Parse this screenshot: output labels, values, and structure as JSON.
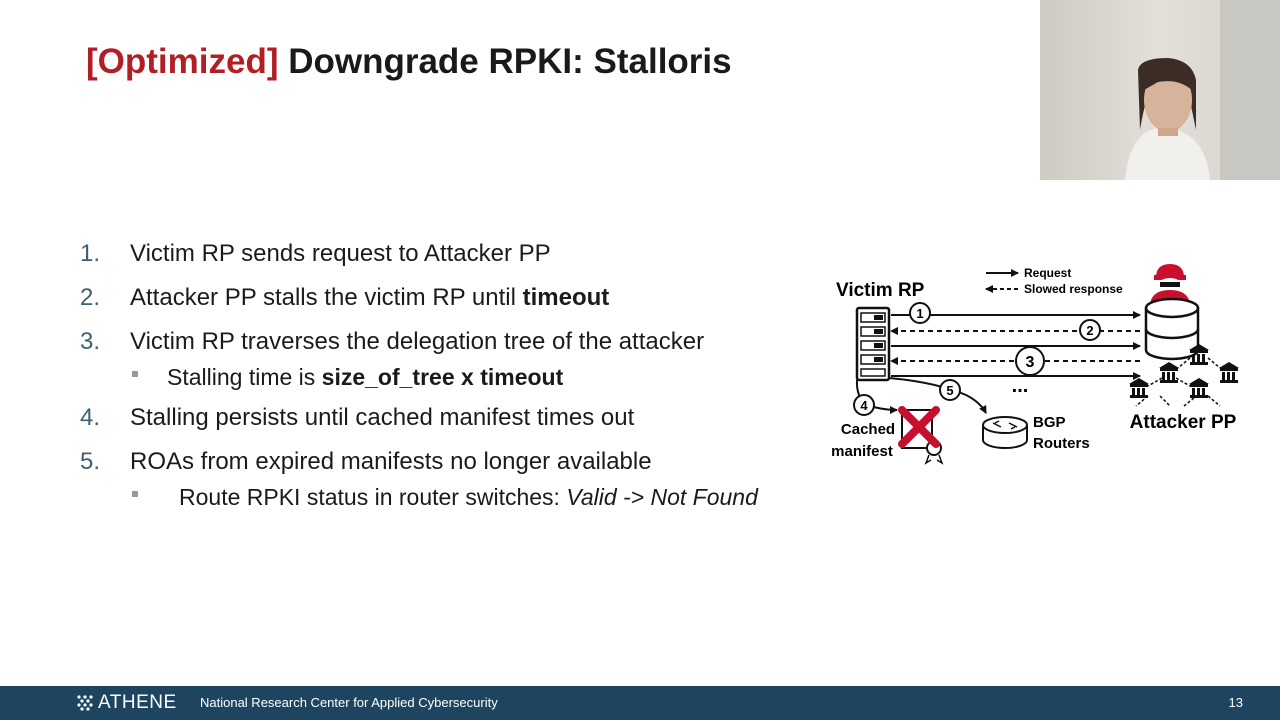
{
  "slide": {
    "title_tag": "[Optimized]",
    "title_main": " Downgrade RPKI: Stalloris",
    "items": [
      {
        "num": "1.",
        "text": "Victim RP sends request to Attacker PP"
      },
      {
        "num": "2.",
        "pre": "Attacker PP stalls the victim RP until ",
        "bold": "timeout"
      },
      {
        "num": "3.",
        "text": "Victim RP traverses the delegation tree of the attacker"
      },
      {
        "num": "4.",
        "text": "Stalling persists until cached manifest times out"
      },
      {
        "num": "5.",
        "text": "ROAs from expired manifests no longer available"
      }
    ],
    "sub3": {
      "pre": "Stalling time is ",
      "bold": "size_of_tree x timeout"
    },
    "sub5": {
      "pre": "Route RPKI status in router switches: ",
      "italic": "Valid -> Not Found"
    }
  },
  "diagram": {
    "legend_request": "Request",
    "legend_slowed": "Slowed response",
    "victim_label": "Victim RP",
    "attacker_label": "Attacker PP",
    "cached_line1": "Cached",
    "cached_line2": "manifest",
    "bgp_line1": "BGP",
    "bgp_line2": "Routers",
    "ellipsis": "...",
    "step1": "1",
    "step2": "2",
    "step3": "3",
    "step4": "4",
    "step5": "5"
  },
  "footer": {
    "logo": "ATHENE",
    "org": "National Research Center for Applied Cybersecurity",
    "page": "13"
  },
  "colors": {
    "title_accent": "#b11f24",
    "footer_bg": "#1e4560",
    "number_color": "#3f5e73",
    "cross_red": "#c8102e"
  }
}
